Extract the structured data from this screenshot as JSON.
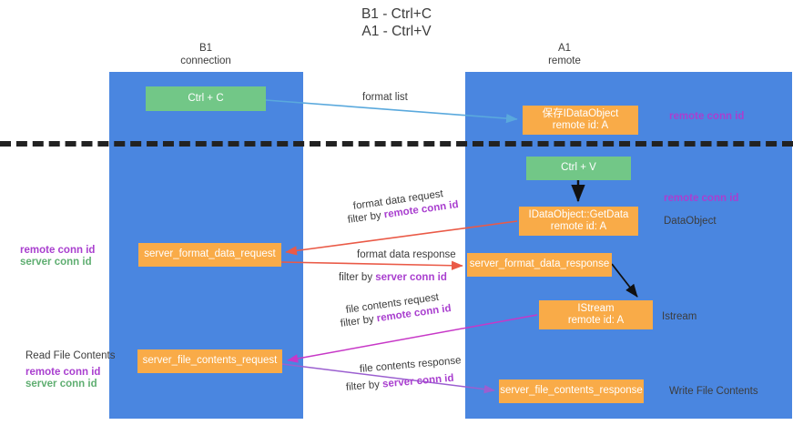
{
  "title": "B1 - Ctrl+C\nA1 - Ctrl+V",
  "lanes": [
    {
      "name": "b1",
      "header": "B1\nconnection",
      "color": "#4a86e0"
    },
    {
      "name": "a1",
      "header": "A1\nremote",
      "color": "#4a86e0"
    }
  ],
  "colors": {
    "lane": "#4a86e0",
    "green_node": "#72c787",
    "orange_node": "#f9ab48",
    "purple_text": "#a93fcf",
    "green_text": "#5fae71",
    "blue_arrow": "#5aa9dd",
    "red_arrow": "#ea5a47",
    "magenta_arrow": "#c738c7",
    "violet_arrow": "#9b5fd0",
    "black_arrow": "#111111",
    "divider": "#222222"
  },
  "nodes": {
    "ctrl_c": "Ctrl + C",
    "idataobject": "保存IDataObject\nremote id: A",
    "ctrl_v": "Ctrl + V",
    "getdata": "IDataObject::GetData\nremote id: A",
    "server_format_data_request": "server_format_data_request",
    "server_format_data_response": "server_format_data_response",
    "istream": "IStream\nremote id: A",
    "server_file_contents_request": "server_file_contents_request",
    "server_file_contents_response": "server_file_contents_response"
  },
  "labels": {
    "format_list": "format list",
    "remote_conn_id_top": "remote conn id",
    "format_data_request": "format data request",
    "filter_by_remote_conn_id_1_prefix": "filter by ",
    "filter_by_remote_conn_id_1_value": "remote conn id",
    "remote_conn_id_mid": "remote conn id",
    "dataobject": "DataObject",
    "format_data_response": "format data response",
    "filter_by_server_conn_id_1_prefix": "filter by ",
    "filter_by_server_conn_id_1_value": "server conn id",
    "left_remote_conn_id": "remote conn id",
    "left_server_conn_id": "server conn id",
    "file_contents_request": "file contents request",
    "filter_by_remote_conn_id_2_prefix": "filter by ",
    "filter_by_remote_conn_id_2_value": "remote conn id",
    "istream_side": "Istream",
    "read_file_contents": "Read File Contents",
    "left2_remote_conn_id": "remote conn id",
    "left2_server_conn_id": "server conn id",
    "file_contents_response": "file contents response",
    "filter_by_server_conn_id_2_prefix": "filter by ",
    "filter_by_server_conn_id_2_value": "server conn id",
    "write_file_contents": "Write File Contents"
  }
}
